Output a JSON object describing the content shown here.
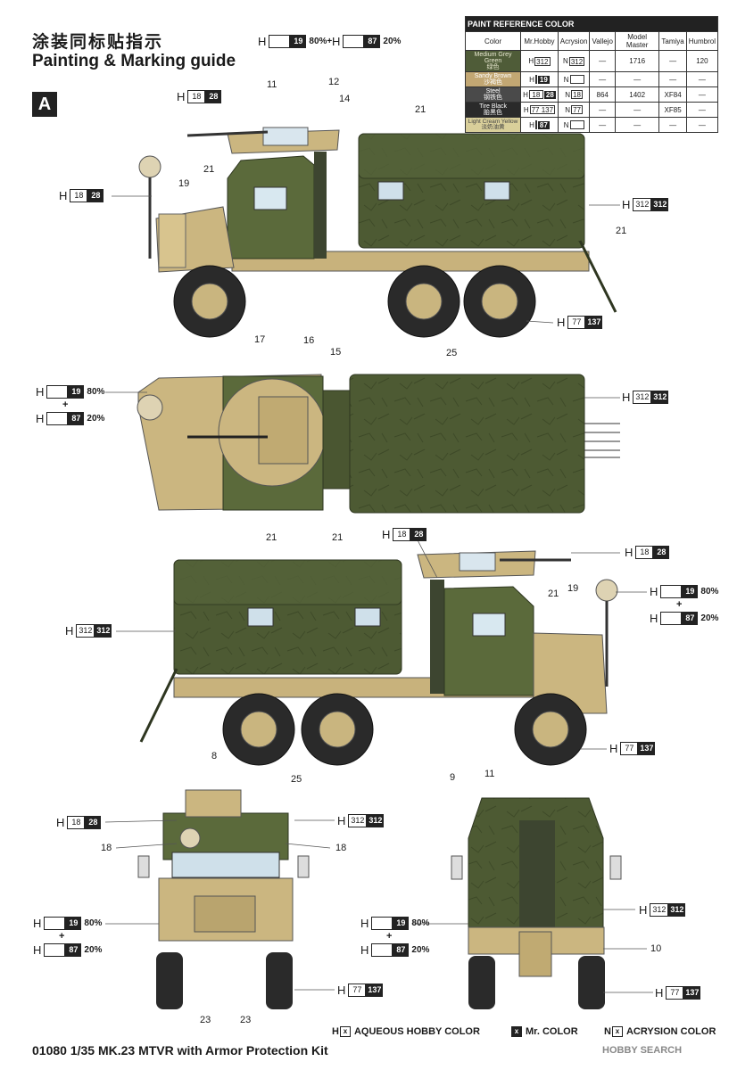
{
  "title_cn": "涂装同标贴指示",
  "title_en": "Painting & Marking guide",
  "sheet_label": "A",
  "paint_table": {
    "title": "PAINT REFERENCE COLOR",
    "headers": [
      "Color",
      "Mr.Hobby",
      "Acrysion",
      "Vallejo",
      "Model Master",
      "Tamiya",
      "Humbrol"
    ],
    "rows": [
      {
        "name_en": "Medium Grey Green",
        "name_cn": "绿色",
        "swatch": "#4f5c38",
        "hobby": "312",
        "acrysion": "312",
        "vallejo": "—",
        "model_master": "1716",
        "tamiya": "—",
        "humbrol": "120"
      },
      {
        "name_en": "Sandy Brown",
        "name_cn": "沙褐色",
        "swatch": "#c2a773",
        "hobby": "19",
        "acrysion": "",
        "vallejo": "—",
        "model_master": "—",
        "tamiya": "—",
        "humbrol": "—"
      },
      {
        "name_en": "Steel",
        "name_cn": "钢铁色",
        "swatch": "#4a4a4a",
        "hobby": "28",
        "acrysion": "18",
        "vallejo": "864",
        "model_master": "1402",
        "tamiya": "XF84",
        "humbrol": "—"
      },
      {
        "name_en": "Tire Black",
        "name_cn": "胎黑色",
        "swatch": "#2a2a2a",
        "hobby": "77 137",
        "acrysion": "77",
        "vallejo": "—",
        "model_master": "—",
        "tamiya": "XF85",
        "humbrol": "—"
      },
      {
        "name_en": "Light Cream Yellow",
        "name_cn": "淡奶油黄",
        "swatch": "#d9cf9a",
        "hobby": "87",
        "acrysion": "",
        "vallejo": "—",
        "model_master": "—",
        "tamiya": "—",
        "humbrol": "—"
      }
    ]
  },
  "labels": {
    "steel": {
      "h": "H",
      "a": "18",
      "b": "28"
    },
    "green": {
      "h": "H",
      "a": "312",
      "b": "312"
    },
    "tire": {
      "h": "H",
      "a": "77",
      "b": "137"
    },
    "sand": {
      "h": "H",
      "a": "19",
      "pct": "80%"
    },
    "cream": {
      "h": "H",
      "a": "87",
      "pct": "20%"
    },
    "sand_top_pct": "80%+",
    "plus": "+"
  },
  "part_numbers": {
    "side1": [
      "11",
      "12",
      "14",
      "21",
      "21",
      "19",
      "21",
      "17",
      "16",
      "15",
      "25"
    ],
    "top": [
      "21",
      "21"
    ],
    "side2": [
      "21",
      "19",
      "8",
      "25",
      "9",
      "11"
    ],
    "front": [
      "18",
      "18",
      "23",
      "23"
    ],
    "rear": [
      "10"
    ]
  },
  "footer": {
    "title": "01080 1/35 MK.23 MTVR with Armor Protection Kit",
    "legend": [
      {
        "prefix": "H",
        "icon": "x",
        "text": "AQUEOUS HOBBY COLOR"
      },
      {
        "prefix": "",
        "icon": "x",
        "text": "Mr. COLOR"
      },
      {
        "prefix": "N",
        "icon": "x",
        "text": "ACRYSION COLOR"
      }
    ],
    "watermark": "HOBBY SEARCH"
  }
}
